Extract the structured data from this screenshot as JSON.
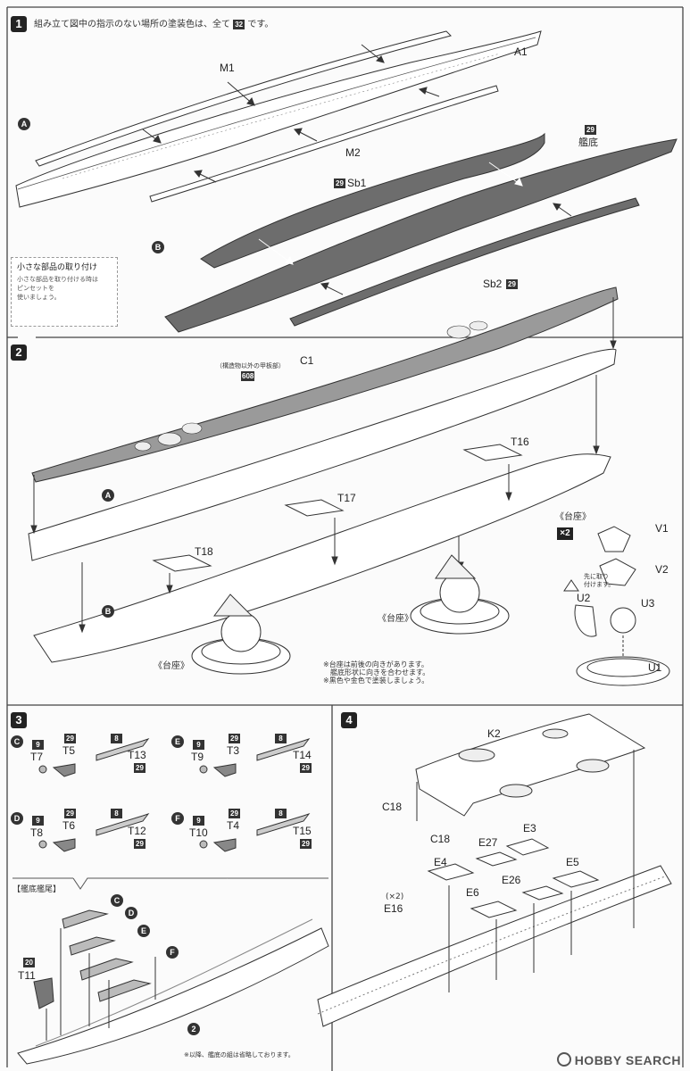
{
  "steps": {
    "s1": {
      "number": "1",
      "note": "組み立て図中の指示のない場所の塗装色は、全て",
      "note_color": "32",
      "note_suffix": "です。"
    },
    "s2": {
      "number": "2"
    },
    "s3": {
      "number": "3"
    },
    "s4": {
      "number": "4"
    }
  },
  "step1": {
    "assembly_a": "A",
    "assembly_b": "B",
    "parts": {
      "m1": "M1",
      "a1": "A1",
      "m2": "M2",
      "sb1": "Sb1",
      "sb1_color": "29",
      "kantei": "艦底",
      "kantei_color": "29",
      "sb2": "Sb2",
      "sb2_color": "29"
    },
    "tip": {
      "title": "小さな部品の取り付け",
      "body_line1": "小さな部品を取り付ける時は",
      "body_line2": "ピンセットを",
      "body_line3": "使いましょう。"
    }
  },
  "step2": {
    "c1": "C1",
    "deck_note": "（構造物以外の甲板部）",
    "deck_color": "608",
    "assembly_a": "A",
    "assembly_b": "B",
    "t16": "T16",
    "t17": "T17",
    "t18": "T18",
    "stand_label_1": "《台座》",
    "stand_label_2": "《台座》",
    "notes": [
      "※台座は前後の向きがあります。",
      "艦底形状に向きを合わせます。",
      "※黒色や金色で塗装しましょう。"
    ],
    "legend": {
      "title": "《台座》",
      "qty": "×2",
      "v1": "V1",
      "v2": "V2",
      "warn_line1": "先に取り",
      "warn_line2": "付けます。",
      "u1": "U1",
      "u2": "U2",
      "u3": "U3"
    }
  },
  "step3": {
    "groups": [
      {
        "id": "C",
        "prop": "T7",
        "prop_color": "9",
        "bracket": "T5",
        "bracket_color": "29",
        "shaft": "T13",
        "shaft_color": "8",
        "shaft_color2": "29"
      },
      {
        "id": "E",
        "prop": "T9",
        "prop_color": "9",
        "bracket": "T3",
        "bracket_color": "29",
        "shaft": "T14",
        "shaft_color": "8",
        "shaft_color2": "29"
      },
      {
        "id": "D",
        "prop": "T8",
        "prop_color": "9",
        "bracket": "T6",
        "bracket_color": "29",
        "shaft": "T12",
        "shaft_color": "8",
        "shaft_color2": "29"
      },
      {
        "id": "F",
        "prop": "T10",
        "prop_color": "9",
        "bracket": "T4",
        "bracket_color": "29",
        "shaft": "T15",
        "shaft_color": "8",
        "shaft_color2": "29"
      }
    ],
    "stern_title": "【艦底艦尾】",
    "stern_letters": [
      "C",
      "D",
      "E",
      "F"
    ],
    "rudder": "T11",
    "rudder_color": "20",
    "ref_step": "2",
    "footer": "※以降、艦底の組は省略しております。"
  },
  "step4": {
    "k2": "K2",
    "c18_a": "C18",
    "c18_b": "C18",
    "e27": "E27",
    "e3": "E3",
    "e4": "E4",
    "e5": "E5",
    "e6": "E6",
    "e26": "E26",
    "e16_qty": "(×2)",
    "e16": "E16"
  },
  "watermark": "HOBBY SEARCH"
}
